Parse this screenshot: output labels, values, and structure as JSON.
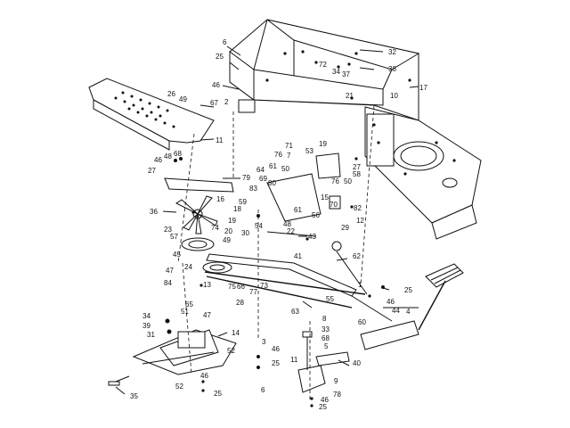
{
  "labels": {
    "l_6a": "6",
    "l_25a": "25",
    "l_46a": "46",
    "l_2": "2",
    "l_32": "32",
    "l_72": "72",
    "l_34": "34",
    "l_37": "37",
    "l_38": "38",
    "l_17": "17",
    "l_21": "21",
    "l_10": "10",
    "l_26": "26",
    "l_49a": "49",
    "l_67": "67",
    "l_11a": "11",
    "l_46b": "46",
    "l_48a": "48",
    "l_68a": "68",
    "l_27a": "27",
    "l_79": "79",
    "l_71": "71",
    "l_7": "7",
    "l_53": "53",
    "l_19a": "19",
    "l_76a": "76",
    "l_50a": "50",
    "l_64a": "64",
    "l_61a": "61",
    "l_27b": "27",
    "l_58": "58",
    "l_76b": "76",
    "l_50b": "50",
    "l_69": "69",
    "l_80": "80",
    "l_83": "83",
    "l_15": "15",
    "l_70": "70",
    "l_82": "82",
    "l_16": "16",
    "l_59": "59",
    "l_18": "18",
    "l_36": "36",
    "l_19b": "19",
    "l_54": "54",
    "l_61b": "61",
    "l_56": "56",
    "l_12": "12",
    "l_48b": "48",
    "l_22": "22",
    "l_43": "43",
    "l_23": "23",
    "l_74": "74",
    "l_20": "20",
    "l_30": "30",
    "l_29": "29",
    "l_57": "57",
    "l_49b": "49",
    "l_45": "45",
    "l_41": "41",
    "l_62": "62",
    "l_47a": "47",
    "l_24": "24",
    "l_84": "84",
    "l_73": "73",
    "l_13": "13",
    "l_75": "75",
    "l_66": "66",
    "l_77": "77",
    "l_65": "65",
    "l_28": "28",
    "l_51": "51",
    "l_47b": "47",
    "l_63": "63",
    "l_55": "55",
    "l_25b": "25",
    "l_1": "1",
    "l_46c": "46",
    "l_44": "44",
    "l_4": "4",
    "l_60": "60",
    "l_34b": "34",
    "l_39": "39",
    "l_8": "8",
    "l_33": "33",
    "l_68b": "68",
    "l_5": "5",
    "l_31": "31",
    "l_14": "14",
    "l_3": "3",
    "l_46d": "46",
    "l_52a": "52",
    "l_25c": "25",
    "l_11b": "11",
    "l_40": "40",
    "l_9": "9",
    "l_78": "78",
    "l_46e": "46",
    "l_25d": "25",
    "l_52b": "52",
    "l_46f": "46",
    "l_25e": "25",
    "l_6b": "6",
    "l_35": "35"
  }
}
